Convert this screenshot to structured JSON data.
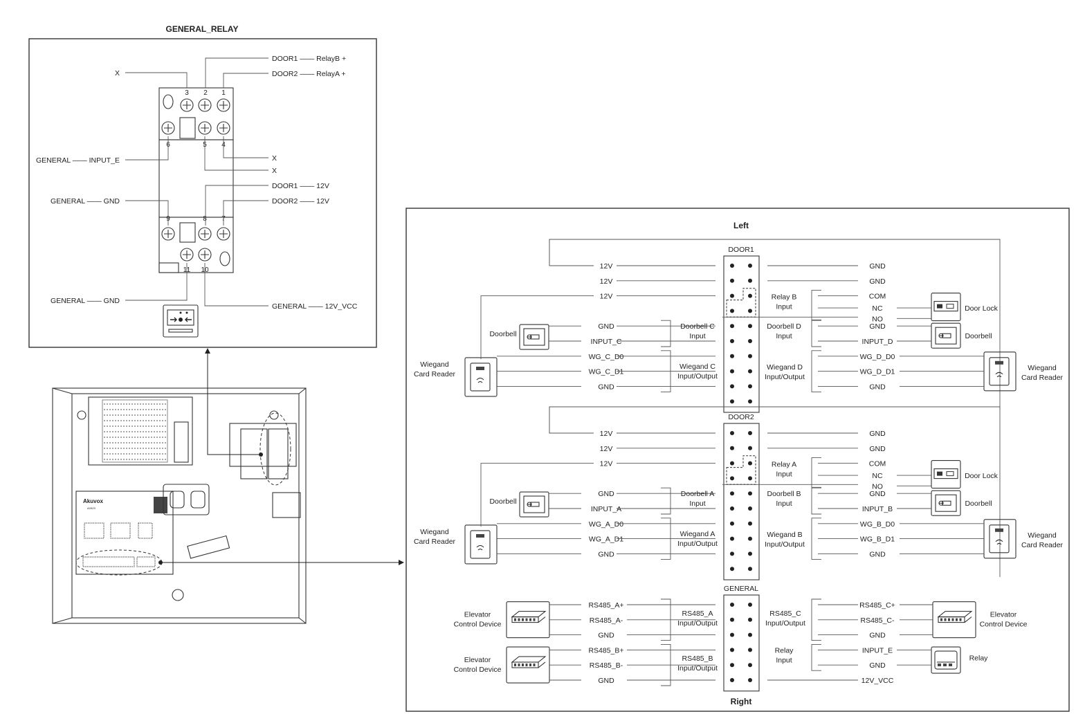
{
  "relay_panel": {
    "title": "GENERAL_RELAY",
    "terminal_numbers": [
      "3",
      "2",
      "1",
      "6",
      "5",
      "4",
      "9",
      "8",
      "7",
      "11",
      "10"
    ],
    "top_labels": {
      "x_left": "X",
      "door1": "DOOR1 —— RelayB +",
      "door2": "DOOR2 —— RelayA +"
    },
    "left_labels": {
      "input_e": "GENERAL —— INPUT_E",
      "gnd_1": "GENERAL —— GND",
      "gnd_2": "GENERAL —— GND"
    },
    "right_labels": {
      "x_1": "X",
      "x_2": "X",
      "door1_12v": "DOOR1 —— 12V",
      "door2_12v": "DOOR2 —— 12V",
      "vcc": "GENERAL —— 12V_VCC"
    }
  },
  "device": {
    "brand": "Akuvox",
    "model": "A092S"
  },
  "wiring_panel": {
    "top_title": "Left",
    "bottom_title": "Right",
    "door1": {
      "header": "DOOR1",
      "left_pins": [
        "12V",
        "12V",
        "12V",
        "GND",
        "INPUT_C",
        "WG_C_D0",
        "WG_C_D1",
        "GND"
      ],
      "right_pins": [
        "GND",
        "GND",
        "COM",
        "NC",
        "NO",
        "GND",
        "INPUT_D",
        "WG_D_D0",
        "WG_D_D1",
        "GND"
      ],
      "group_left": [
        "Doorbell C\nInput",
        "Wiegand C\nInput/Output"
      ],
      "group_right": [
        "Relay B\nInput",
        "Doorbell D\nInput",
        "Wiegand  D\nInput/Output"
      ],
      "devices": {
        "doorbell_left": "Doorbell",
        "wiegand_left": "Wiegand\nCard Reader",
        "door_lock": "Door Lock",
        "doorbell_right": "Doorbell",
        "wiegand_right": "Wiegand\nCard Reader"
      }
    },
    "door2": {
      "header": "DOOR2",
      "left_pins": [
        "12V",
        "12V",
        "12V",
        "GND",
        "INPUT_A",
        "WG_A_D0",
        "WG_A_D1",
        "GND"
      ],
      "right_pins": [
        "GND",
        "GND",
        "COM",
        "NC",
        "NO",
        "GND",
        "INPUT_B",
        "WG_B_D0",
        "WG_B_D1",
        "GND"
      ],
      "group_left": [
        "Doorbell A\nInput",
        "Wiegand A\nInput/Output"
      ],
      "group_right": [
        "Relay A\nInput",
        "Doorbell B\nInput",
        "Wiegand  B\nInput/Output"
      ],
      "devices": {
        "doorbell_left": "Doorbell",
        "wiegand_left": "Wiegand\nCard Reader",
        "door_lock": "Door Lock",
        "doorbell_right": "Doorbell",
        "wiegand_right": "Wiegand\nCard Reader"
      }
    },
    "general": {
      "header": "GENERAL",
      "left_pins": [
        "RS485_A+",
        "RS485_A-",
        "GND",
        "RS485_B+",
        "RS485_B-",
        "GND"
      ],
      "right_pins": [
        "RS485_C+",
        "RS485_C-",
        "GND",
        "INPUT_E",
        "GND",
        "12V_VCC"
      ],
      "group_left": [
        "RS485_A\nInput/Output",
        "RS485_B\nInput/Output"
      ],
      "group_right": [
        "RS485_C\nInput/Output",
        "Relay\nInput"
      ],
      "devices": {
        "elevator_1": "Elevator\nControl Device",
        "elevator_2": "Elevator\nControl Device",
        "elevator_3": "Elevator\nControl Device",
        "relay": "Relay"
      }
    }
  }
}
